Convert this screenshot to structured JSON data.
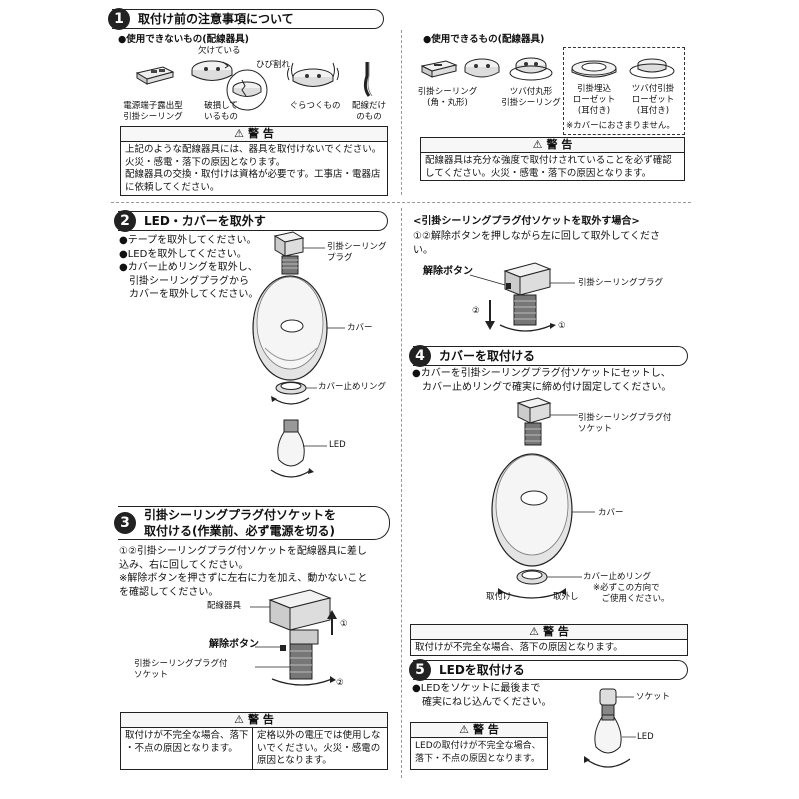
{
  "sec1": {
    "num": "1",
    "title": "取付け前の注意事項について",
    "left_heading": "●使用できないもの(配線器具)",
    "left_items": [
      "電源端子露出型\n引掛シーリング",
      "破損して\nいるもの",
      "ぐらつくもの",
      "配線だけ\nのもの"
    ],
    "left_labels": {
      "chipped": "欠けている",
      "cracked": "ひび割れ"
    },
    "left_warning": {
      "title": "警 告",
      "lines": [
        "上記のような配線器具には、器具を取付けないでください。",
        "火災・感電・落下の原因となります。",
        "配線器具の交換・取付けは資格が必要です。工事店・電器店",
        "に依頼してください。"
      ]
    },
    "right_heading": "●使用できるもの(配線器具)",
    "right_items": [
      "引掛シーリング\n(角・丸形)",
      "ツバ付丸形\n引掛シーリング",
      "引掛埋込\nローゼット\n(耳付き)",
      "ツバ付引掛\nローゼット\n(耳付き)"
    ],
    "right_note": "※カバーにおさまりません。",
    "right_warning": {
      "title": "警 告",
      "lines": [
        "配線器具は充分な強度で取付けされていることを必ず確認",
        "してください。火災・感電・落下の原因となります。"
      ]
    }
  },
  "sec2": {
    "num": "2",
    "title": "LED・カバーを取外す",
    "steps": [
      "●テープを取外してください。",
      "●LEDを取外してください。",
      "●カバー止めリングを取外し、",
      "　引掛シーリングプラグから",
      "　カバーを取外してください。"
    ],
    "labels": {
      "plug": "引掛シーリング\nプラグ",
      "cover": "カバー",
      "ring": "カバー止めリング",
      "led": "LED"
    }
  },
  "removal": {
    "title": "<引掛シーリングプラグ付ソケットを取外す場合>",
    "text": [
      "①②解除ボタンを押しながら左に回して取外してくださ",
      "い。"
    ],
    "labels": {
      "release": "解除ボタン",
      "plug": "引掛シーリングプラグ",
      "n1": "①",
      "n2": "②"
    }
  },
  "sec3": {
    "num": "3",
    "title_line1": "引掛シーリングプラグ付ソケットを",
    "title_line2": "取付ける(作業前、必ず電源を切る)",
    "text": [
      "①②引掛シーリングプラグ付ソケットを配線器具に差し",
      "込み、右に回してください。",
      "※解除ボタンを押さずに左右に力を加え、動かないこと",
      "を確認してください。"
    ],
    "labels": {
      "fixture": "配線器具",
      "release": "解除ボタン",
      "socket": "引掛シーリングプラグ付\nソケット",
      "n1": "①",
      "n2": "②"
    },
    "warning": {
      "title": "警 告",
      "left": [
        "取付けが不完全な場合、落下",
        "・不点の原因となります。"
      ],
      "right": [
        "定格以外の電圧では使用しな",
        "いでください。火災・感電の",
        "原因となります。"
      ]
    }
  },
  "sec4": {
    "num": "4",
    "title": "カバーを取付ける",
    "text": [
      "●カバーを引掛シーリングプラグ付ソケットにセットし、",
      "　カバー止めリングで確実に締め付け固定してください。"
    ],
    "labels": {
      "socket": "引掛シーリングプラグ付\nソケット",
      "cover": "カバー",
      "ring": "カバー止めリング",
      "ring_note": "※必ずこの方向で\n　ご使用ください。",
      "attach": "取付け",
      "remove": "取外し"
    },
    "warning": {
      "title": "警 告",
      "lines": [
        "取付けが不完全な場合、落下の原因となります。"
      ]
    }
  },
  "sec5": {
    "num": "5",
    "title": "LEDを取付ける",
    "text": [
      "●LEDをソケットに最後まで",
      "　確実にねじ込んでください。"
    ],
    "labels": {
      "socket": "ソケット",
      "led": "LED"
    },
    "warning": {
      "title": "警 告",
      "lines": [
        "LEDの取付けが不完全な場合、",
        "落下・不点の原因となります。"
      ]
    }
  }
}
